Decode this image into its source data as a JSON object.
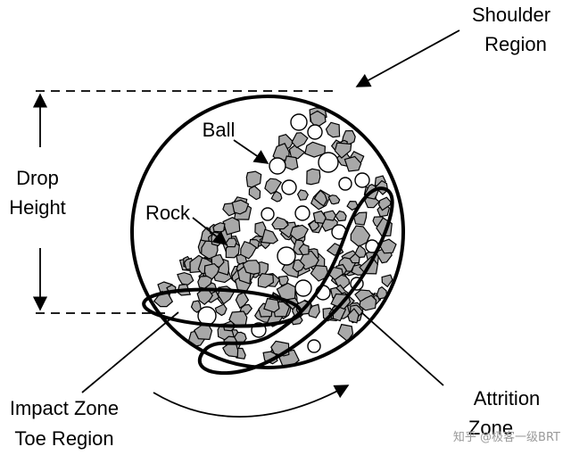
{
  "labels": {
    "shoulder_line1": "Shoulder",
    "shoulder_line2": "Region",
    "ball": "Ball",
    "rock": "Rock",
    "drop_line1": "Drop",
    "drop_line2": "Height",
    "impact_line1": "Impact Zone",
    "impact_line2": "Toe Region",
    "attrition_line1": "Attrition",
    "attrition_line2": "Zone"
  },
  "watermark": "知乎 @极客一级BRT",
  "colors": {
    "stroke": "#000000",
    "rock_fill": "#a8a8a8",
    "ball_fill": "#ffffff",
    "background": "#ffffff"
  }
}
